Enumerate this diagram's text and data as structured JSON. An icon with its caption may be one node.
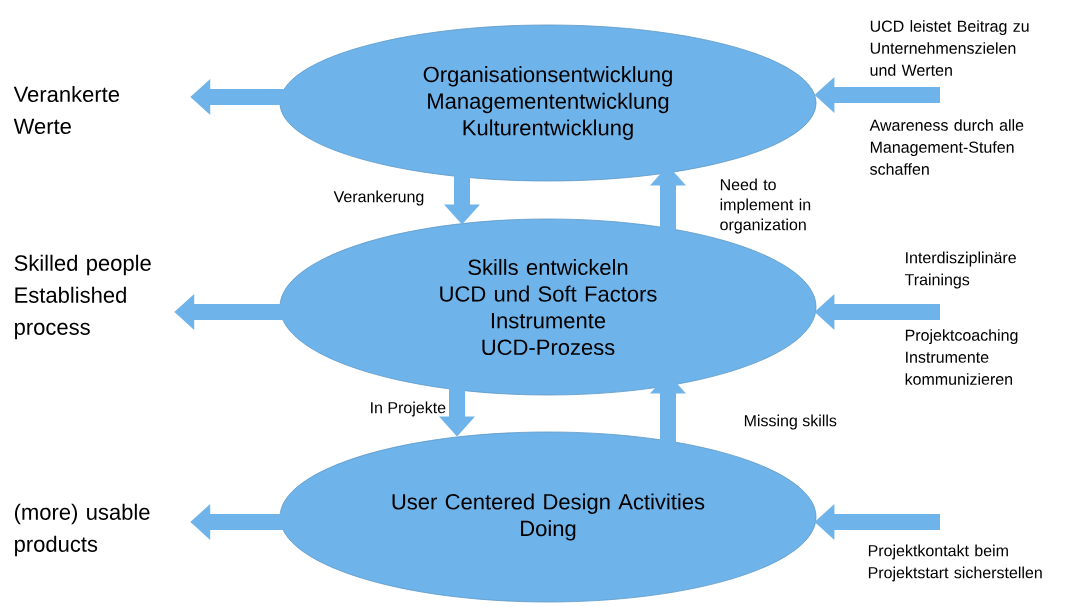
{
  "diagram": {
    "nodes": [
      {
        "text": [
          "Organisationsentwicklung",
          "Managemententwicklung",
          "Kulturentwicklung"
        ]
      },
      {
        "text": [
          "Skills entwickeln",
          "UCD und Soft Factors",
          "Instrumente",
          "UCD-Prozess"
        ]
      },
      {
        "text": [
          "User Centered Design Activities",
          "Doing"
        ]
      },
      {
        "text": [
          "Verankerte Werte"
        ]
      },
      {
        "text": [
          "Skilled people Established process"
        ]
      },
      {
        "text": [
          "(more) usable products"
        ]
      }
    ],
    "edges": [
      {
        "from": 0,
        "to": 3,
        "arrow": "to"
      },
      {
        "from": 1,
        "to": 4,
        "arrow": "to"
      },
      {
        "from": 2,
        "to": 5,
        "arrow": "to"
      },
      {
        "from": null,
        "to": 0,
        "arrow": "to"
      },
      {
        "from": null,
        "to": 1,
        "arrow": "to"
      },
      {
        "from": null,
        "to": 2,
        "arrow": "to"
      },
      {
        "from": 0,
        "to": 1,
        "arrow": "to",
        "label": "Verankerung"
      },
      {
        "from": 1,
        "to": 0,
        "arrow": "to",
        "label": "Need to implement in organization"
      },
      {
        "from": 1,
        "to": 2,
        "arrow": "to",
        "label": "In Projekte"
      },
      {
        "from": 2,
        "to": 1,
        "arrow": "to",
        "label": "Missing skills"
      }
    ],
    "labels": [
      "UCD leistet Beitrag zu Unternehmenszielen und Werten",
      "Awareness durch alle Management-Stufen schaffen",
      "Interdisziplinäre Trainings",
      "Projektcoaching Instrumente kommunizieren",
      "Projektkontakt beim Projektstart sicherstellen"
    ]
  }
}
